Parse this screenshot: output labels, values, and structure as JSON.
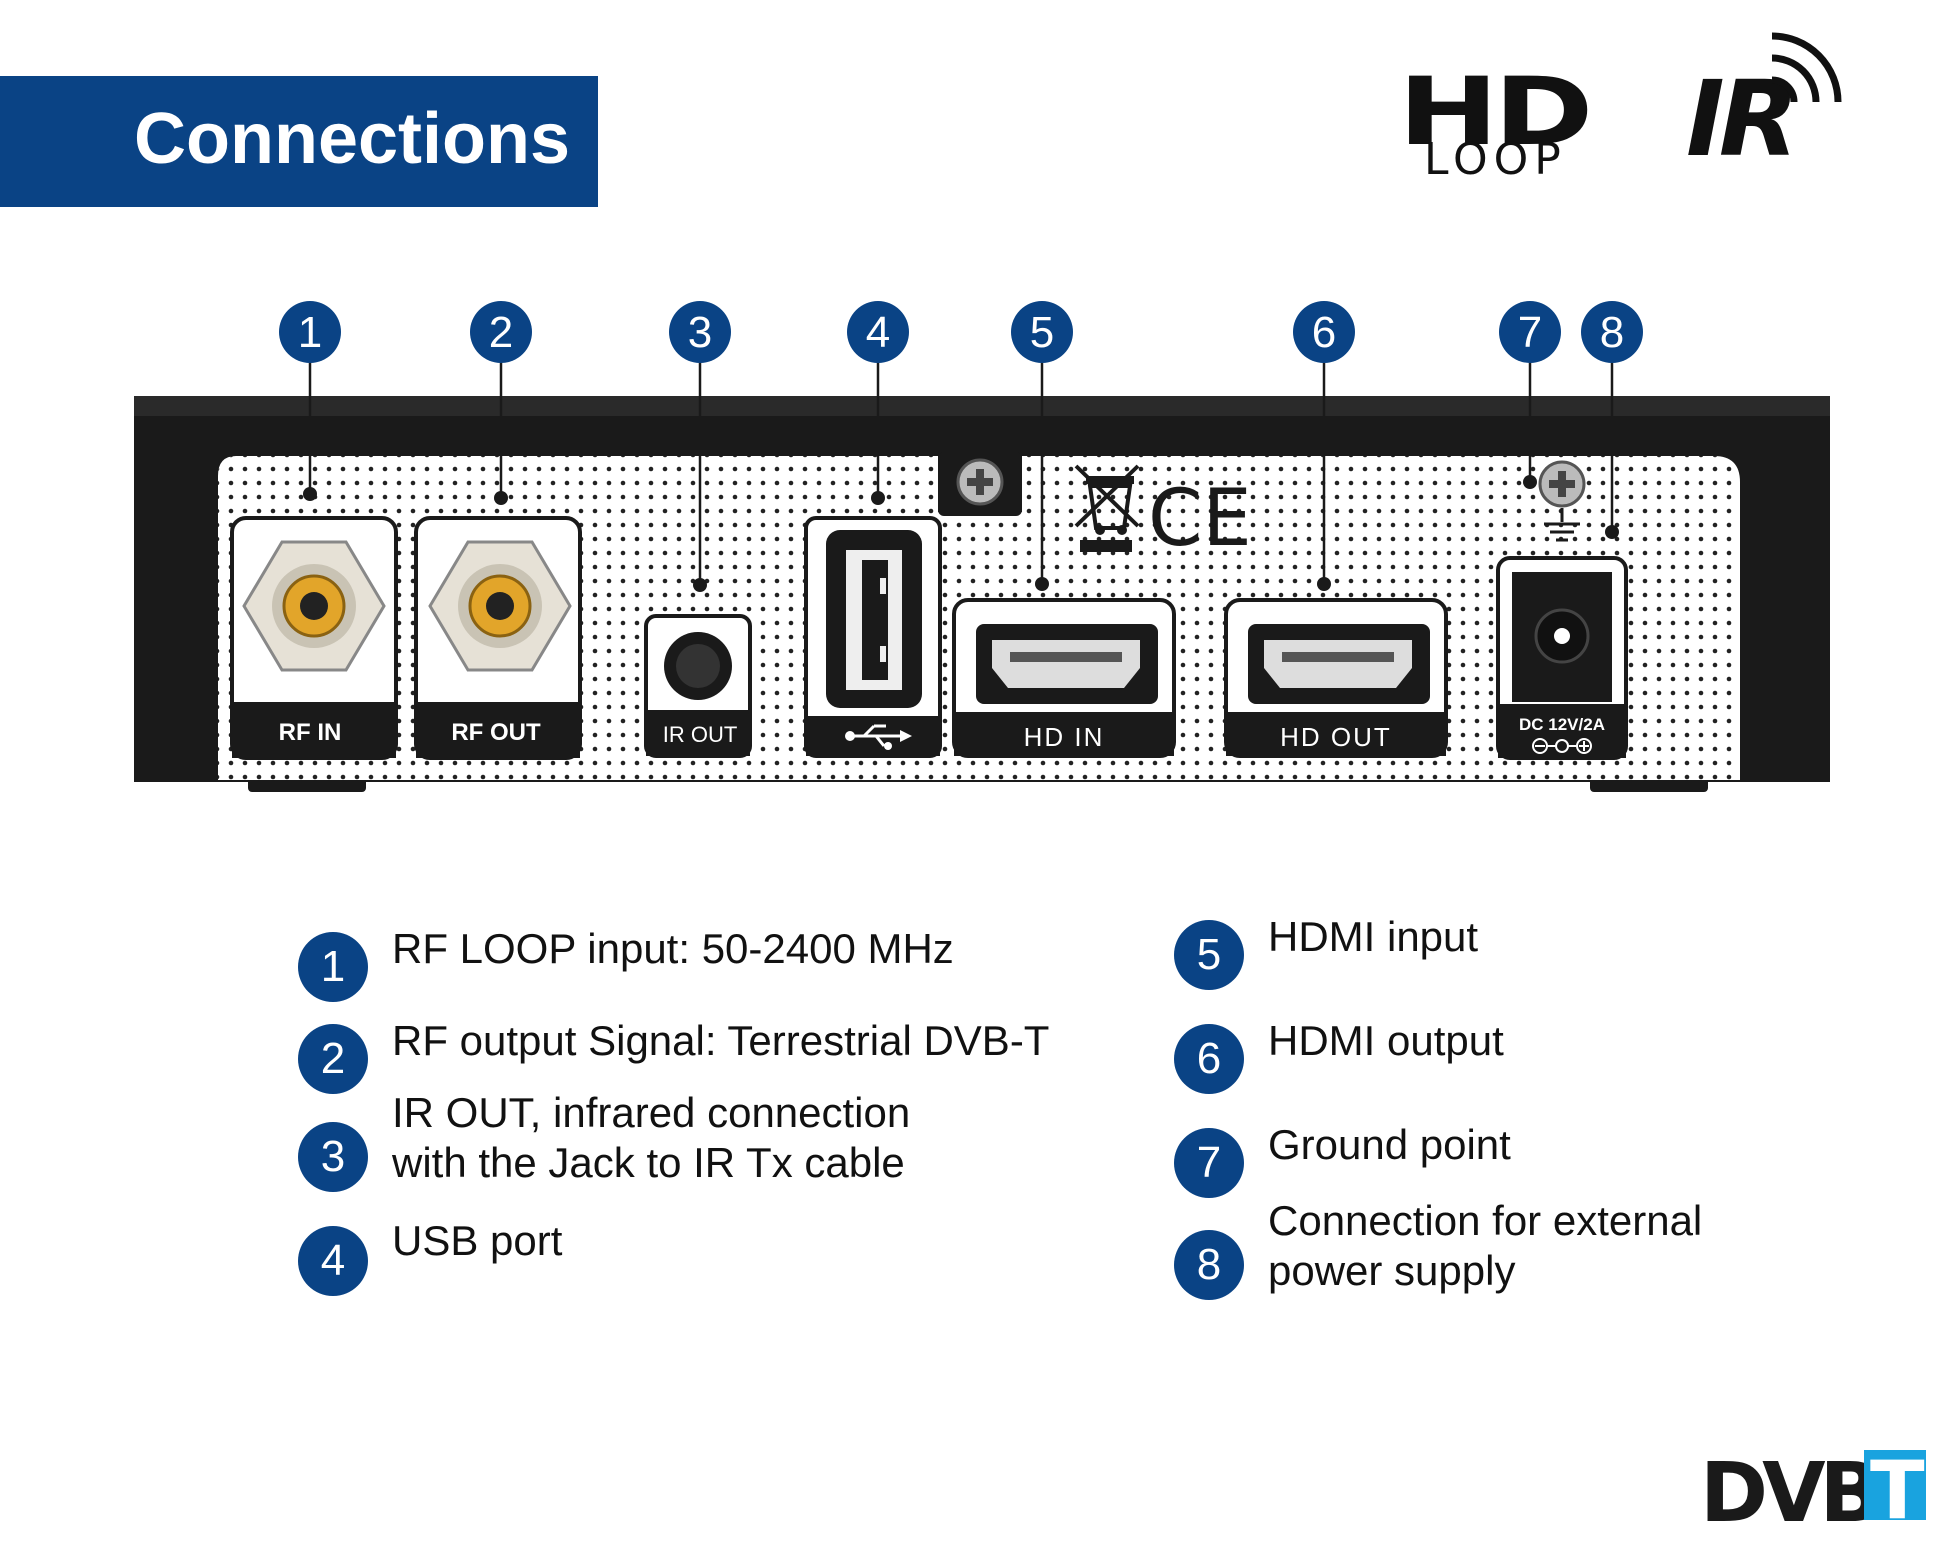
{
  "header": {
    "title": "Connections"
  },
  "logos": {
    "hd_loop": {
      "hd": "HD",
      "loop": "LOOP"
    },
    "ir": "IR",
    "dvbt": {
      "dvb": "DVB",
      "t": "T",
      "t_color": "#19a3df"
    }
  },
  "colors": {
    "accent": "#0a4385",
    "device": "#1a1a1a",
    "rf_gold": "#e2a52a"
  },
  "callouts": [
    "1",
    "2",
    "3",
    "4",
    "5",
    "6",
    "7",
    "8"
  ],
  "ports": {
    "rf_in": "RF IN",
    "rf_out": "RF OUT",
    "ir_out": "IR OUT",
    "hd_in": "HD IN",
    "hd_out": "HD OUT",
    "dc": "DC 12V/2A",
    "ce": "CE"
  },
  "legend": [
    {
      "num": "1",
      "lines": [
        "RF LOOP input: 50-2400 MHz"
      ]
    },
    {
      "num": "2",
      "lines": [
        "RF output Signal: Terrestrial DVB-T"
      ]
    },
    {
      "num": "3",
      "lines": [
        "IR OUT, infrared connection",
        "with the Jack to IR Tx cable"
      ]
    },
    {
      "num": "4",
      "lines": [
        "USB port"
      ]
    },
    {
      "num": "5",
      "lines": [
        "HDMI input"
      ]
    },
    {
      "num": "6",
      "lines": [
        "HDMI output"
      ]
    },
    {
      "num": "7",
      "lines": [
        "Ground point"
      ]
    },
    {
      "num": "8",
      "lines": [
        "Connection for external",
        "power supply"
      ]
    }
  ]
}
